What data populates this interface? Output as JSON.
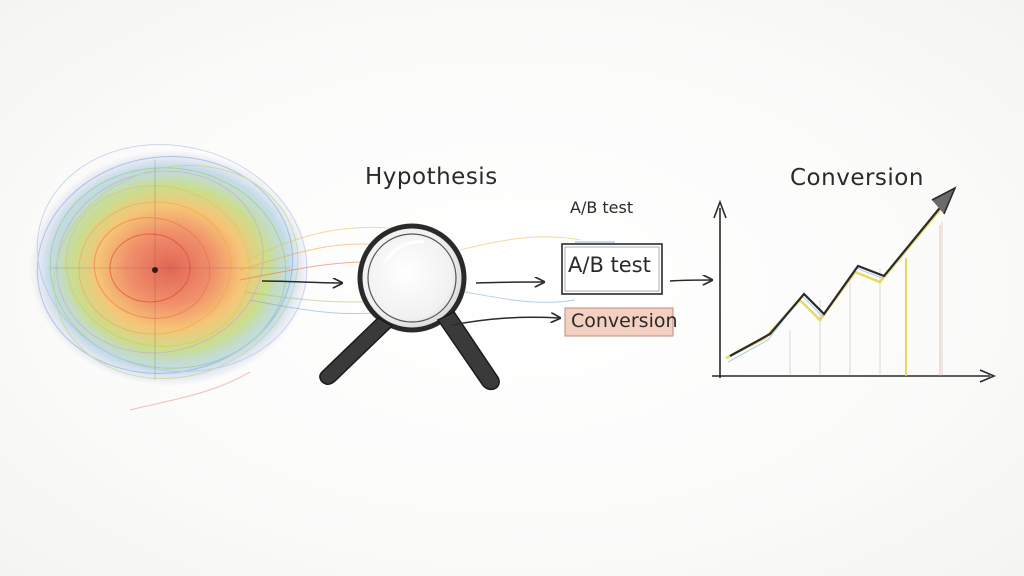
{
  "labels": {
    "hypothesis": "Hypothesis",
    "ab_test_caption": "A/B test",
    "ab_test_box": "A/B test",
    "conversion_box": "Conversion",
    "conversion_title": "Conversion"
  },
  "colors": {
    "ink": "#2a2a2a",
    "heatmap_core": "#e0452b",
    "heatmap_mid": "#f2a33a",
    "heatmap_outer": "#9bc46a",
    "heatmap_edge": "#7aa6d8",
    "conversion_highlight": "#f3c9b8",
    "chart_accent": "#e3cf3a"
  },
  "icons": {
    "heatmap": "heatmap-swirl-icon",
    "magnifier": "magnifying-glass-icon",
    "chart": "rising-line-chart-icon"
  }
}
